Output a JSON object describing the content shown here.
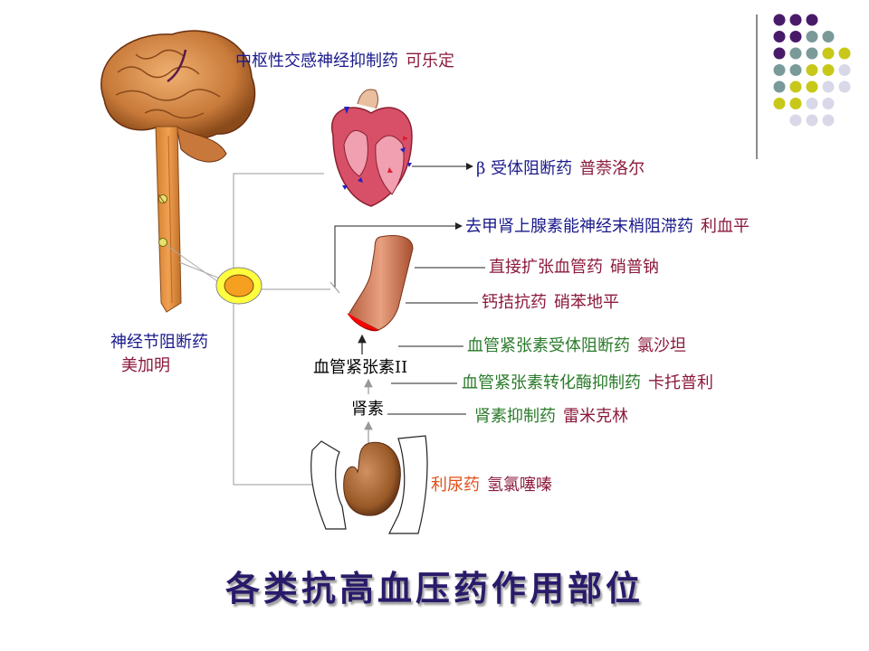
{
  "labels": {
    "cns": {
      "category": "中枢性交感神经抑制药",
      "drug": "可乐定"
    },
    "beta": {
      "category": "β 受体阻断药",
      "drug": "普萘洛尔"
    },
    "adrenergic": {
      "category": "去甲肾上腺素能神经末梢阻滞药",
      "drug": "利血平"
    },
    "vasodilator": {
      "category": "直接扩张血管药",
      "drug": "硝普钠"
    },
    "calcium": {
      "category": "钙拮抗药",
      "drug": "硝苯地平"
    },
    "ganglion": {
      "category": "神经节阻断药",
      "drug": "美加明"
    },
    "at1": {
      "category": "血管紧张素受体阻断药",
      "drug": "氯沙坦"
    },
    "ace": {
      "category": "血管紧张素转化酶抑制药",
      "drug": "卡托普利"
    },
    "renin": {
      "category": "肾素抑制药",
      "drug": "雷米克林"
    },
    "diuretic": {
      "category": "利尿药",
      "drug": "氢氯噻嗪"
    }
  },
  "pathway": {
    "angiotensin": "血管紧张素II",
    "renin": "肾素"
  },
  "title": "各类抗高血压药作用部位",
  "colors": {
    "category_blue": "#1a1a8c",
    "drug_maroon": "#8b1a3c",
    "category_green": "#2a7a2a",
    "diuretic_orange": "#e0501a",
    "dot_purple": "#4a1a6a",
    "dot_teal": "#7a9a9a",
    "dot_yellow": "#c8c81a",
    "dot_lavender": "#d8d8e8"
  },
  "icons": [
    "brain-image",
    "heart-image",
    "blood-vessel-image",
    "kidney-image",
    "ganglion-image",
    "corner-dot-pattern"
  ]
}
